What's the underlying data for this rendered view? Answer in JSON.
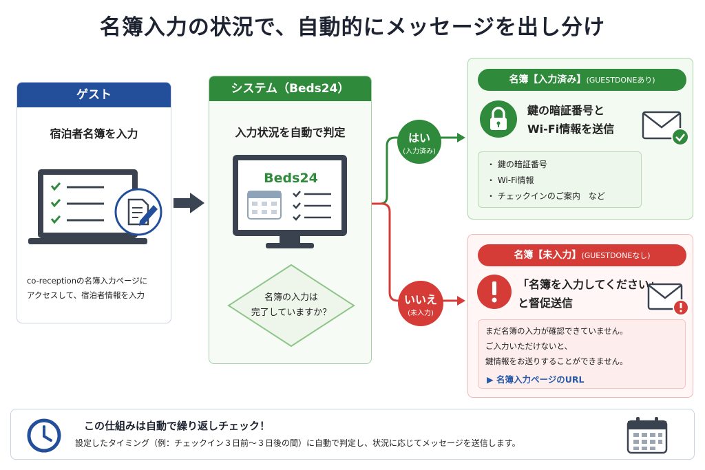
{
  "title": "名簿入力の状況で、自動的にメッセージを出し分け",
  "guest": {
    "header": "ゲスト",
    "subtitle": "宿泊者名簿を入力",
    "desc_line1": "co-receptionの名簿入力ページに",
    "desc_line2": "アクセスして、宿泊者情報を入力"
  },
  "system": {
    "header": "システム（Beds24）",
    "subtitle": "入力状況を自動で判定",
    "monitor_label": "Beds24",
    "question_line1": "名簿の入力は",
    "question_line2": "完了していますか？"
  },
  "yes_branch": {
    "label": "はい",
    "sublabel": "(入力済み)",
    "pill_main": "名簿【入力済み】",
    "pill_sub": "(GUESTDONEあり)",
    "msg_line1": "鍵の暗証番号と",
    "msg_line2": "Wi-Fi情報を送信",
    "bullets": [
      "・ 鍵の暗証番号",
      "・ Wi-Fi情報",
      "・ チェックインのご案内　など"
    ]
  },
  "no_branch": {
    "label": "いいえ",
    "sublabel": "(未入力)",
    "pill_main": "名簿【未入力】",
    "pill_sub": "(GUESTDONEなし)",
    "msg_line1": "「名簿を入力してください」",
    "msg_line2": "と督促送信",
    "message_lines": [
      "まだ名簿の入力が確認できていません。",
      "ご入力いただけないと、",
      "鍵情報をお送りすることができません。"
    ],
    "link": "▶ 名簿入力ページのURL"
  },
  "footer": {
    "title": "この仕組みは自動で繰り返しチェック！",
    "desc": "設定したタイミング（例：チェックイン３日前～３日後の間）に自動で判定し、状況に応じてメッセージを送信します。"
  },
  "colors": {
    "guest_blue": "#234f9a",
    "system_green": "#2f8a3b",
    "no_red": "#d63c37",
    "link_blue": "#285aa8"
  }
}
